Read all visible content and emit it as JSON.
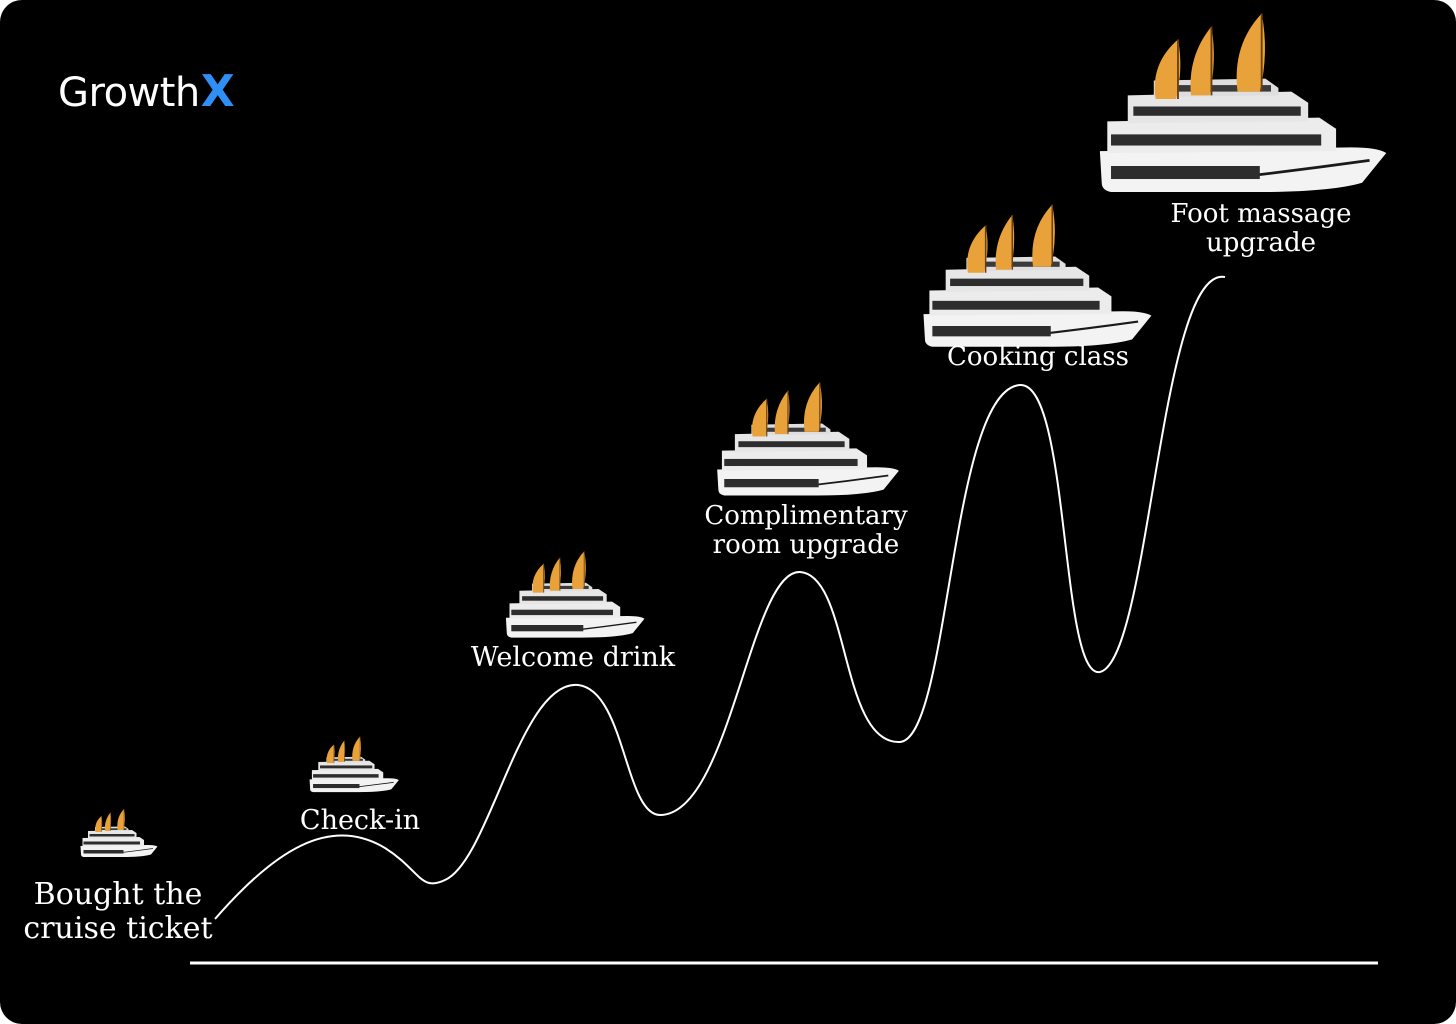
{
  "brand": {
    "name_prefix": "Growth",
    "name_accent": "X",
    "accent_color": "#2f8ff5"
  },
  "colors": {
    "background": "#000000",
    "line": "#ffffff",
    "sail": "#e9a13a",
    "hull": "#f3f3f3"
  },
  "stages": [
    {
      "label": "Bought the\ncruise ticket",
      "icon": "cruise-ship-icon"
    },
    {
      "label": "Check-in",
      "icon": "cruise-ship-icon"
    },
    {
      "label": "Welcome drink",
      "icon": "cruise-ship-icon"
    },
    {
      "label": "Complimentary\nroom upgrade",
      "icon": "cruise-ship-icon"
    },
    {
      "label": "Cooking class",
      "icon": "cruise-ship-icon"
    },
    {
      "label": "Foot massage\nupgrade",
      "icon": "cruise-ship-icon"
    }
  ]
}
